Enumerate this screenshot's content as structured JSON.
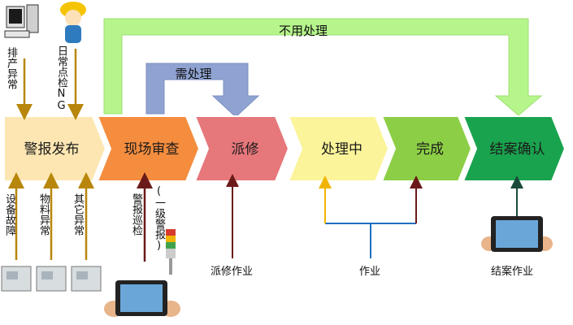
{
  "stages": [
    {
      "label": "警报发布",
      "color": "#fde6b2"
    },
    {
      "label": "现场审查",
      "color": "#f58d3e"
    },
    {
      "label": "派修",
      "color": "#e6777b"
    },
    {
      "label": "处理中",
      "color": "#fbf49a"
    },
    {
      "label": "完成",
      "color": "#8ccf46"
    },
    {
      "label": "结案确认",
      "color": "#1aa34e"
    }
  ],
  "flows": {
    "skip": "不用处理",
    "need": "需处理"
  },
  "inputs_top": {
    "line_abnormal": "排产异常",
    "daily_check": "日常点检NG"
  },
  "inputs_bottom": {
    "equipment_fault": "设备故障",
    "material_abnormal": "物料异常",
    "other_abnormal": "其它异常",
    "alarm_patrol": "警报巡检",
    "level1_alarm": "(一级警报)"
  },
  "actions": {
    "dispatch_work": "派修作业",
    "work": "作业",
    "close_work": "结案作业"
  },
  "colors": {
    "skip_arrow": "#b6f58c",
    "need_arrow": "#8fa3d2",
    "brown_arrow": "#b8860b",
    "dark_arrow": "#6b1a1a"
  }
}
